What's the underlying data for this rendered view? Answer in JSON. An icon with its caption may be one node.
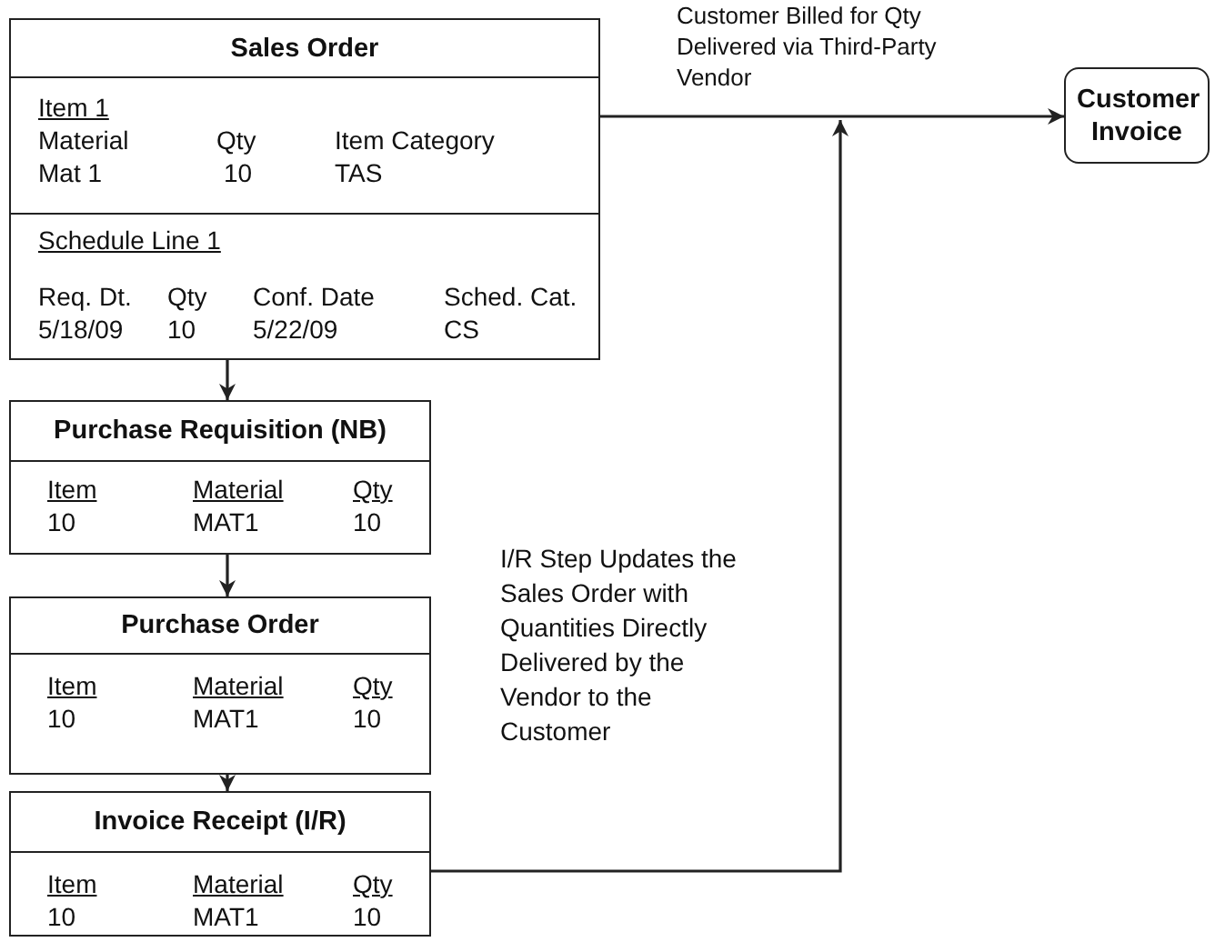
{
  "diagram": {
    "nodes": [
      {
        "text": [
          "Sales Order",
          "Item 1",
          "Material",
          "Qty",
          "Item Category",
          "Mat 1",
          "10",
          "TAS",
          "Schedule Line 1",
          "Req. Dt.",
          "Qty",
          "Conf. Date",
          "Sched. Cat.",
          "5/18/09",
          "10",
          "5/22/09",
          "CS"
        ]
      },
      {
        "text": [
          "Purchase Requisition (NB)",
          "Item",
          "Material",
          "Qty",
          "10",
          "MAT1",
          "10"
        ]
      },
      {
        "text": [
          "Purchase Order",
          "Item",
          "Material",
          "Qty",
          "10",
          "MAT1",
          "10"
        ]
      },
      {
        "text": [
          "Invoice Receipt (I/R)",
          "Item",
          "Material",
          "Qty",
          "10",
          "MAT1",
          "10"
        ]
      },
      {
        "text": [
          "Customer Invoice"
        ]
      }
    ],
    "edges": [
      {
        "from": 0,
        "to": 4,
        "arrow": "to",
        "label": "Customer Billed for Qty Delivered via Third-Party Vendor"
      },
      {
        "from": 0,
        "to": 1,
        "arrow": "to"
      },
      {
        "from": 1,
        "to": 2,
        "arrow": "to"
      },
      {
        "from": 2,
        "to": 3,
        "arrow": "to"
      },
      {
        "from": 3,
        "to": 4,
        "arrow": "to",
        "label": "I/R Step Updates the Sales Order with Quantities Directly Delivered by the Vendor to the Customer"
      }
    ]
  }
}
